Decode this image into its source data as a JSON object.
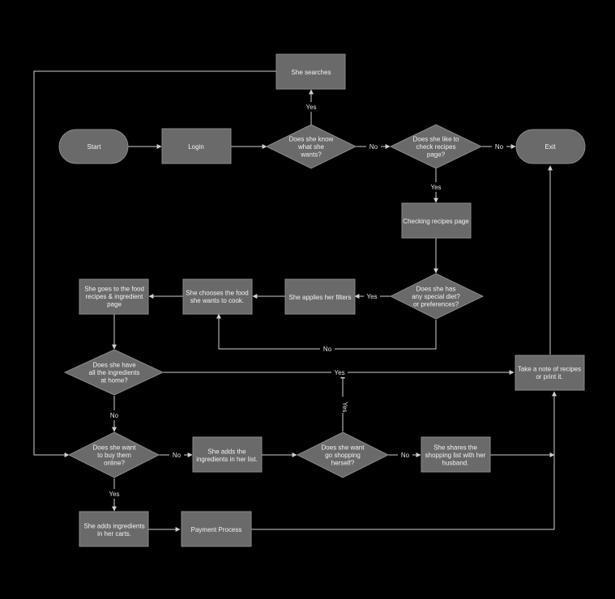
{
  "nodes": {
    "start": {
      "text": "Start"
    },
    "login": {
      "text": "Login"
    },
    "know": {
      "text": "Does she know\nwhat she\nwants?"
    },
    "searches": {
      "text": "She searches"
    },
    "check_recipes": {
      "text": "Does she like to\ncheck recipes\npage?"
    },
    "exit": {
      "text": "Exit"
    },
    "checking_page": {
      "text": "Checking recipes page"
    },
    "special_diet": {
      "text": "Does she has\nany special diet?\nor preferences?"
    },
    "applies_filters": {
      "text": "She applies her filters"
    },
    "chooses_food": {
      "text": "She chooses the food\nshe wants to cook."
    },
    "goes_to_food": {
      "text": "She goes to the food\nrecipes & ingredient\npage"
    },
    "have_ingredients": {
      "text": "Does she have\nall the ingredients\nat home?"
    },
    "take_note": {
      "text": "Take a note of recipes\nor print it."
    },
    "buy_online": {
      "text": "Does she want\nto buy them\nonline?"
    },
    "adds_list": {
      "text": "She adds the\ningredients in her list."
    },
    "go_shopping": {
      "text": "Does she want\ngo shopping\nherself?"
    },
    "shares_list": {
      "text": "She shares the\nshopping list with her\nhusband."
    },
    "adds_carts": {
      "text": "She adds ingredients\nin her carts."
    },
    "payment": {
      "text": "Payment Process"
    }
  },
  "edge_labels": {
    "know_yes": "Yes",
    "know_no": "No",
    "check_no": "No",
    "check_yes": "Yes",
    "diet_yes": "Yes",
    "diet_no": "No",
    "have_yes": "Yes",
    "have_no": "No",
    "shopping_yes": "Yes",
    "buy_no": "No",
    "shopping_no": "No",
    "buy_yes": "Yes"
  },
  "colors": {
    "background": "#000000",
    "node_fill": "#6a6a6a",
    "node_stroke": "#8a8a8a",
    "edge": "#cfcfcf",
    "text": "#f2f2f2"
  }
}
